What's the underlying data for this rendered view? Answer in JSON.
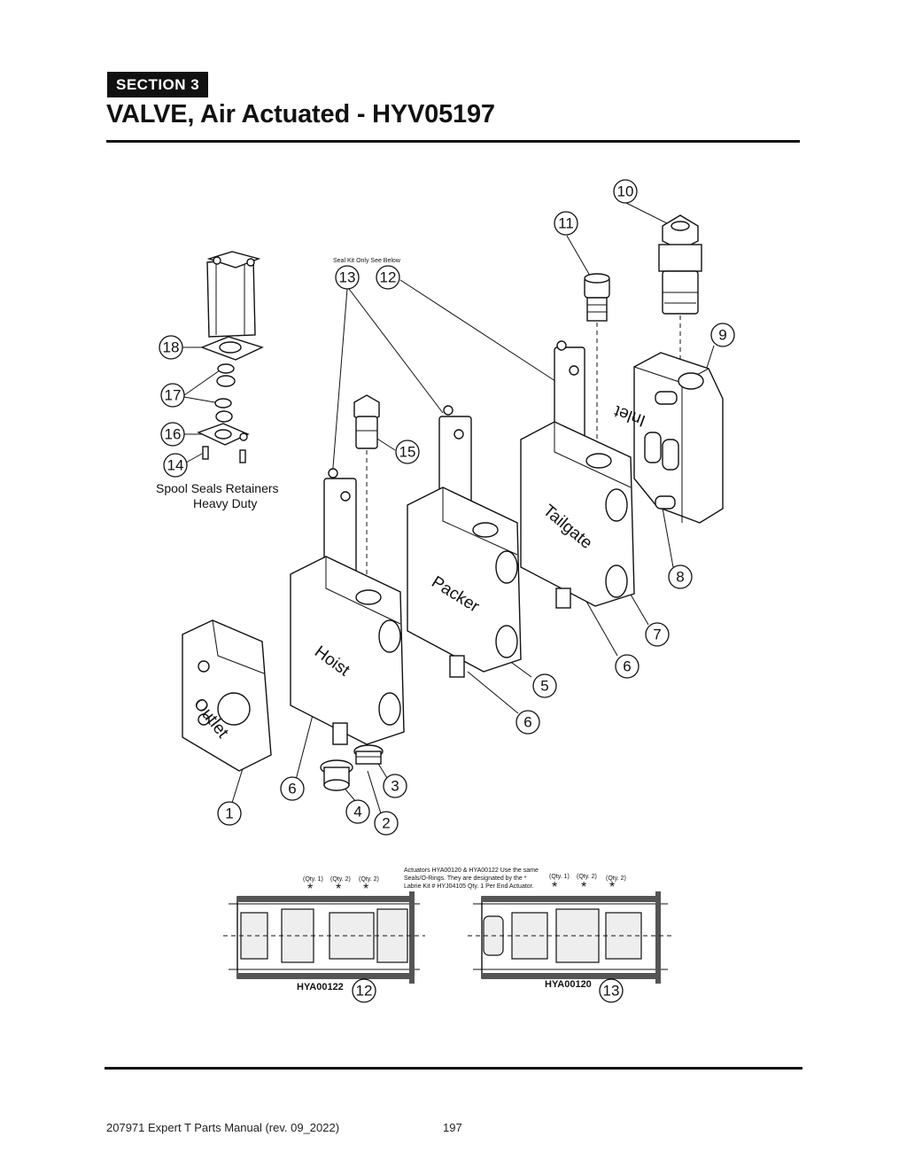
{
  "header": {
    "section_label": "SECTION  3",
    "title": "VALVE, Air Actuated - HYV05197"
  },
  "diagram": {
    "callouts": [
      "1",
      "2",
      "3",
      "4",
      "5",
      "6",
      "6",
      "6",
      "7",
      "8",
      "9",
      "10",
      "11",
      "12",
      "13",
      "14",
      "15",
      "16",
      "17",
      "18"
    ],
    "body_labels": {
      "inlet": "Inlet",
      "tailgate": "Tailgate",
      "packer": "Packer",
      "hoist": "Hoist",
      "outlet": "Outlet"
    },
    "seal_kit_note": "Seal Kit Only See Below",
    "caption_line1": "Spool Seals Retainers",
    "caption_line2": "Heavy Duty"
  },
  "actuator_detail": {
    "note_line1": "Actuators HYA00120 & HYA00122 Use the same",
    "note_line2": "Seals/O-Rings. They are designated by the *",
    "note_line3": "Labrie Kit #  HYJ04105 Qty. 1 Per End Actuator.",
    "qty_labels": [
      "(Qty. 1)",
      "(Qty. 2)",
      "(Qty. 2)"
    ],
    "left": {
      "model": "HYA00122",
      "callout": "12"
    },
    "right": {
      "model": "HYA00120",
      "callout": "13"
    }
  },
  "footer": {
    "manual": "207971 Expert T Parts Manual (rev. 09_2022)",
    "page": "197"
  }
}
